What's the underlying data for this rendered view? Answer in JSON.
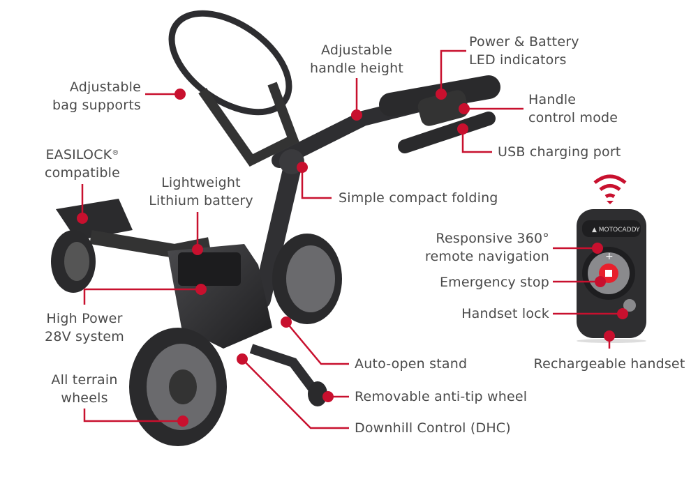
{
  "colors": {
    "accent": "#c8102e",
    "text": "#4a4a4a",
    "product": "#2b2b2d"
  },
  "brand": "MOTOCADDY",
  "callouts": {
    "bag_supports": [
      "Adjustable",
      "bag supports"
    ],
    "handle_height": [
      "Adjustable",
      "handle height"
    ],
    "led": [
      "Power & Battery",
      "LED indicators"
    ],
    "control_mode": [
      "Handle",
      "control mode"
    ],
    "usb": "USB charging port",
    "easilock": [
      "EASILOCK",
      "®",
      "compatible"
    ],
    "battery": [
      "Lightweight",
      "Lithium battery"
    ],
    "folding": "Simple compact folding",
    "navigation": [
      "Responsive 360°",
      "remote navigation"
    ],
    "estop": "Emergency stop",
    "lock": "Handset lock",
    "rechargeable": "Rechargeable handset",
    "power": [
      "High Power",
      "28V system"
    ],
    "stand": "Auto-open stand",
    "wheels": [
      "All terrain",
      "wheels"
    ],
    "antitip": "Removable anti-tip wheel",
    "dhc": "Downhill Control (DHC)"
  }
}
